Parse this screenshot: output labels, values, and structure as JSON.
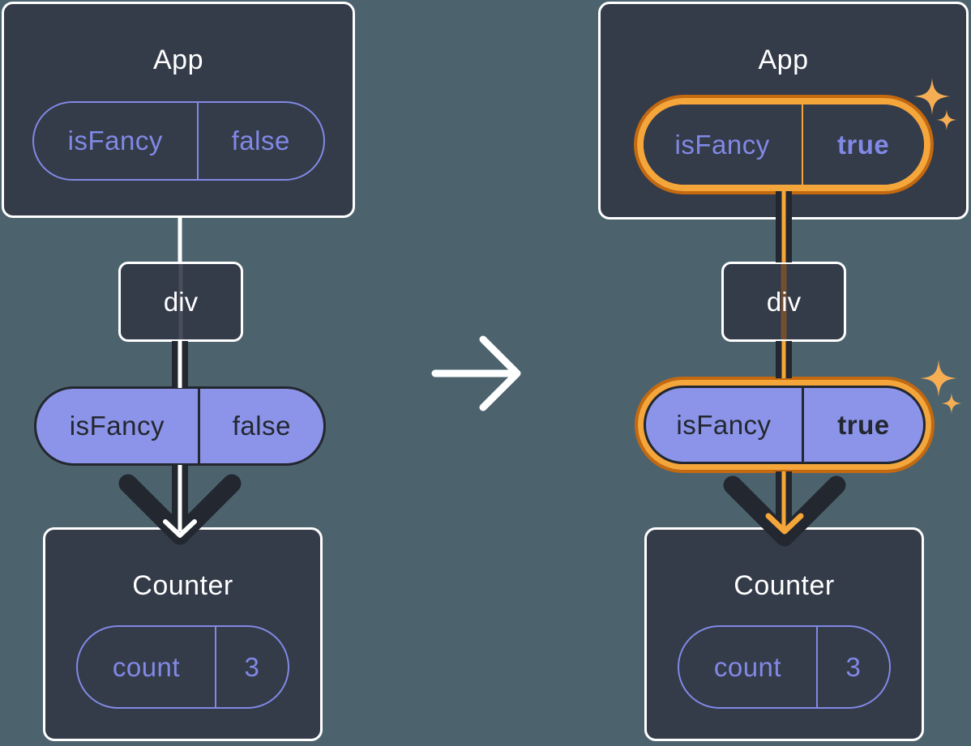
{
  "before": {
    "app": {
      "title": "App",
      "prop": {
        "name": "isFancy",
        "value": "false"
      }
    },
    "div_node": {
      "label": "div"
    },
    "passed_prop": {
      "name": "isFancy",
      "value": "false"
    },
    "counter": {
      "title": "Counter",
      "state": {
        "name": "count",
        "value": "3"
      }
    }
  },
  "after": {
    "app": {
      "title": "App",
      "prop": {
        "name": "isFancy",
        "value": "true"
      }
    },
    "div_node": {
      "label": "div"
    },
    "passed_prop": {
      "name": "isFancy",
      "value": "true"
    },
    "counter": {
      "title": "Counter",
      "state": {
        "name": "count",
        "value": "3"
      }
    }
  },
  "icons": {
    "transition": "arrow-right-icon",
    "highlight": "sparkles-icon"
  },
  "colors": {
    "background": "#4C636E",
    "box_fill": "#343B49",
    "box_border": "#FFFFFF",
    "purple_stroke": "#8189E6",
    "purple_fill": "#8C94E9",
    "dark_line": "#23272F",
    "highlight_orange_dark": "#C4690F",
    "highlight_orange_light": "#F5A63B",
    "sparkle": "#F6AE55",
    "connector_before": "#FFFFFF",
    "connector_after": "#F5A63B"
  }
}
